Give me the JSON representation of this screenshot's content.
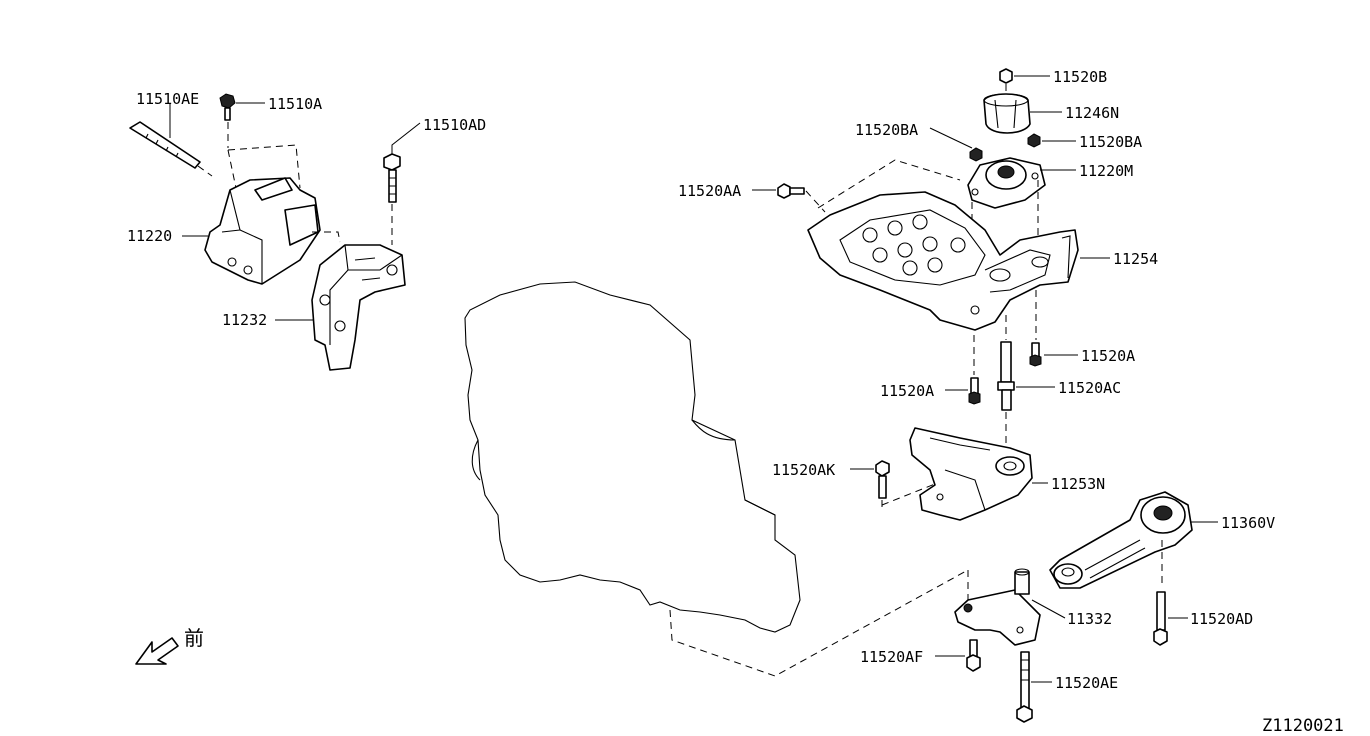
{
  "diagram": {
    "code": "Z1120021",
    "front_mark": "前",
    "labels": {
      "p11510AE": "11510AE",
      "p11510A": "11510A",
      "p11510AD": "11510AD",
      "p11220": "11220",
      "p11232": "11232",
      "p11520B": "11520B",
      "p11246N": "11246N",
      "p11520BA_left": "11520BA",
      "p11520BA_right": "11520BA",
      "p11220M": "11220M",
      "p11520AA": "11520AA",
      "p11254": "11254",
      "p11520A_right": "11520A",
      "p11520A_left": "11520A",
      "p11520AC": "11520AC",
      "p11520AK": "11520AK",
      "p11253N": "11253N",
      "p11360V": "11360V",
      "p11332": "11332",
      "p11520AD": "11520AD",
      "p11520AF": "11520AF",
      "p11520AE": "11520AE"
    }
  }
}
